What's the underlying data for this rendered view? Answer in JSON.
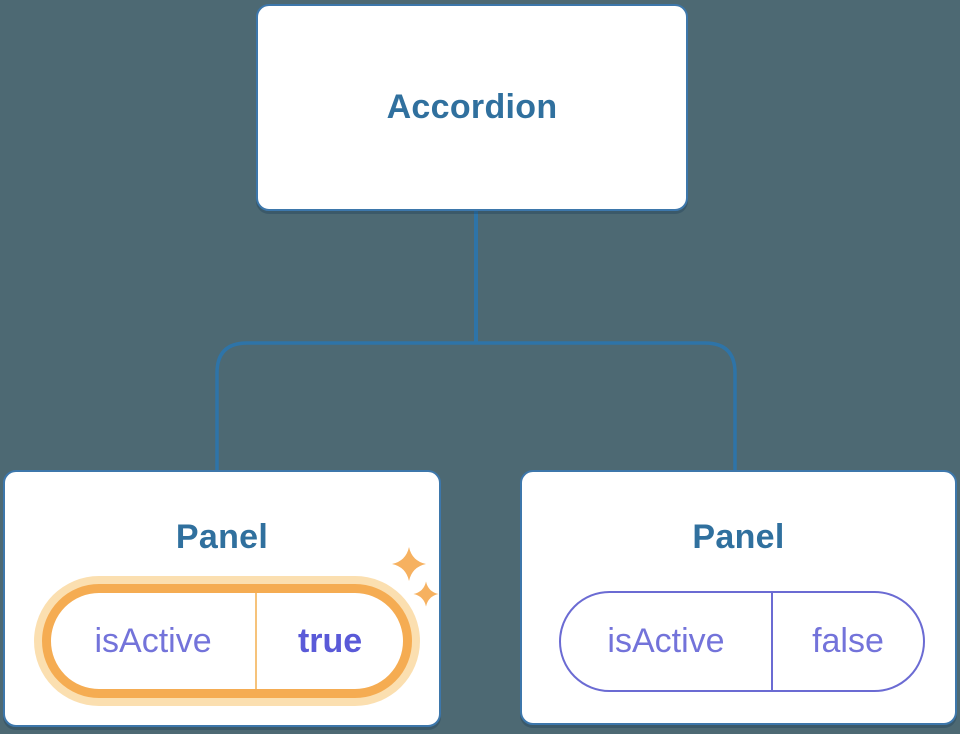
{
  "diagram": {
    "root": {
      "label": "Accordion"
    },
    "panels": [
      {
        "label": "Panel",
        "state_key": "isActive",
        "state_value": "true",
        "highlighted": true,
        "icons": [
          "sparkle-icon",
          "sparkle-icon"
        ]
      },
      {
        "label": "Panel",
        "state_key": "isActive",
        "state_value": "false",
        "highlighted": false
      }
    ]
  },
  "colors": {
    "background": "#4D6973",
    "node_fill": "#FFFFFF",
    "node_border": "#3D77AB",
    "node_text": "#30709E",
    "connector_line": "#2E74A8",
    "state_text": "#7373DA",
    "state_value_active": "#5A5AD8",
    "state_border_inactive": "#6B6BD3",
    "highlight_border": "#F5AC52",
    "highlight_glow": "#FBDFB0",
    "highlight_divider": "#F6C37B",
    "sparkle": "#F6B160"
  }
}
